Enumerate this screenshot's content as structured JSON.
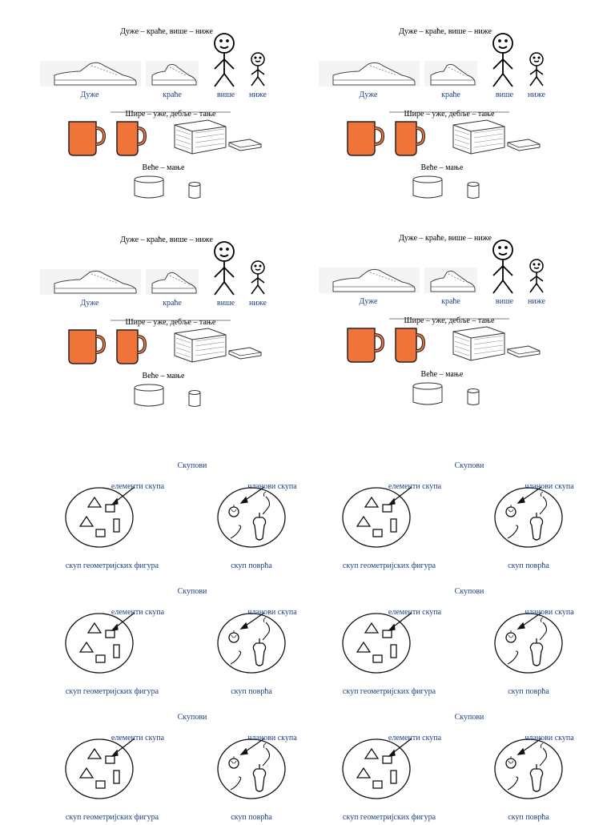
{
  "comparison": {
    "heading_length_height": "Дуже – краће, више – ниже",
    "label_longer": "Дуже",
    "label_shorter": "краће",
    "label_taller": "више",
    "label_lower": "ниже",
    "heading_width_thickness": "Шире – уже, дебље – тање",
    "heading_size": "Веће – мање"
  },
  "sets": {
    "title": "Скупови",
    "label_elements": "елементи скупа",
    "label_members": "чланови скупа",
    "label_geometric_set": "скуп геометријских фигура",
    "label_vegetable_set": "скуп поврћа"
  },
  "colors": {
    "mug": "#f0733a",
    "label_blue": "#1d3f86"
  }
}
